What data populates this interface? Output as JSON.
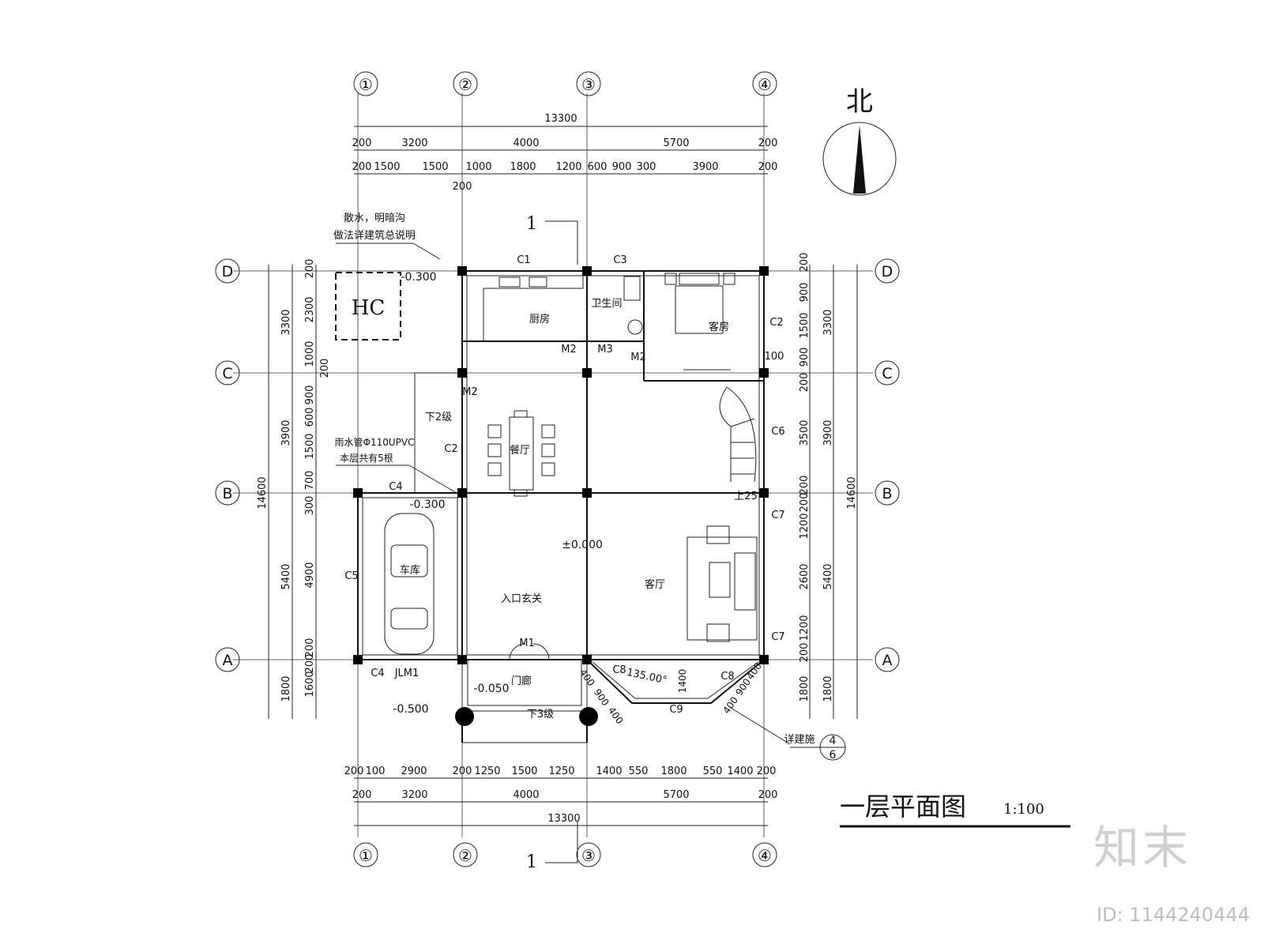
{
  "title": "一层平面图",
  "scale": "1:100",
  "north_label": "北",
  "axes": {
    "cols": [
      "①",
      "②",
      "③",
      "④"
    ],
    "rows": [
      "D",
      "C",
      "B",
      "A"
    ]
  },
  "dims": {
    "total": "13300",
    "top_row1": [
      "200",
      "3200",
      "4000",
      "5700",
      "200"
    ],
    "top_row2": [
      "200",
      "1500",
      "1500",
      "1000",
      "1800",
      "1200",
      "600",
      "900",
      "300",
      "3900",
      "200"
    ],
    "top_extra": "200",
    "bottom_row1": [
      "200",
      "100",
      "2900",
      "200",
      "1250",
      "1500",
      "1250",
      "1400",
      "550",
      "1800",
      "550",
      "1400",
      "200"
    ],
    "bottom_row2": [
      "200",
      "3200",
      "4000",
      "5700",
      "200"
    ],
    "left_outer_total": "14600",
    "left_outer": [
      "3300",
      "3900",
      "5400",
      "1800"
    ],
    "left_inner": [
      "200",
      "2300",
      "1000",
      "200",
      "900",
      "600",
      "1500",
      "700",
      "300",
      "4900",
      "200",
      "1600",
      "200"
    ],
    "right_outer_total": "14600",
    "right_outer": [
      "3300",
      "3900",
      "5400",
      "1800"
    ],
    "right_inner": [
      "200",
      "900",
      "1500",
      "900",
      "200",
      "3500",
      "200",
      "200",
      "1200",
      "2600",
      "1200",
      "200",
      "1800"
    ]
  },
  "rooms": {
    "kitchen": "厨房",
    "bathroom": "卫生间",
    "guest": "客房",
    "dining": "餐厅",
    "garage": "车库",
    "entry": "入口玄关",
    "living": "客厅",
    "porch": "门廊",
    "hc": "HC"
  },
  "doors": [
    "M1",
    "M2",
    "M2",
    "M2",
    "M3",
    "JLM1"
  ],
  "windows": [
    "C1",
    "C2",
    "C2",
    "C3",
    "C4",
    "C4",
    "C5",
    "C6",
    "C7",
    "C7",
    "C8",
    "C8",
    "C9"
  ],
  "levels": {
    "hc": "-0.300",
    "garage": "-0.300",
    "main": "±0.000",
    "porch": "-0.050",
    "outside": "-0.500",
    "stair": "上25"
  },
  "notes": {
    "apron_1": "散水，明暗沟",
    "apron_2": "做法详建筑总说明",
    "rain_1": "雨水管Φ110UPVC",
    "rain_2": "本层共有5根",
    "steps_2": "下2级",
    "steps_3": "下3级",
    "angle": "135.00°",
    "detail": "详建施",
    "detail_num": "4",
    "detail_sheet": "6",
    "section": "1",
    "bay_dims": [
      "400",
      "900",
      "400"
    ],
    "bay_h": "1400",
    "bay_dims2": [
      "400",
      "900",
      "400"
    ],
    "grid_100": "100"
  },
  "watermark": {
    "brand": "知末",
    "id": "ID: 1144240444"
  }
}
